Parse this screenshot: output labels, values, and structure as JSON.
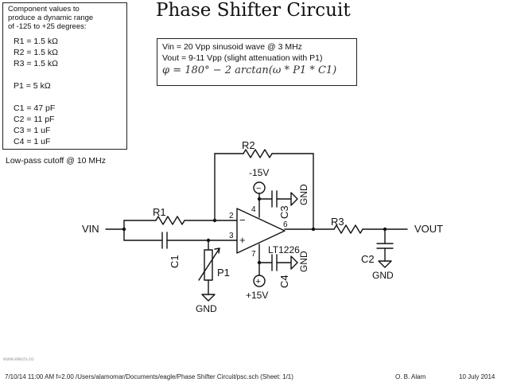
{
  "title": "Phase Shifter Circuit",
  "components_box": {
    "heading": [
      "Component values to",
      "produce a dynamic range",
      "of -125 to +25 degrees:"
    ],
    "values": [
      "R1 = 1.5 kΩ",
      "R2 = 1.5 kΩ",
      "R3 = 1.5 kΩ",
      "P1 = 5 kΩ",
      "C1 = 47 pF",
      "C2 = 11 pF",
      "C3 = 1 uF",
      "C4 = 1 uF"
    ]
  },
  "lowpass_note": "Low-pass cutoff @ 10 MHz",
  "spec_box": {
    "line1": "Vin = 20 Vpp sinusoid wave @ 3 MHz",
    "line2": "Vout = 9-11 Vpp (slight attenuation with P1)",
    "formula": "φ = 180° − 2 arctan(ω * P1 * C1)"
  },
  "schematic": {
    "vin": "VIN",
    "vout": "VOUT",
    "r1": "R1",
    "r2": "R2",
    "r3": "R3",
    "c1": "C1",
    "c2": "C2",
    "c3": "C3",
    "c4": "C4",
    "p1": "P1",
    "opamp": "LT1226",
    "neg_supply": "-15V",
    "pos_supply": "+15V",
    "gnd": "GND",
    "pin2": "2",
    "pin3": "3",
    "pin4": "4",
    "pin6": "6",
    "pin7": "7",
    "minus_sign": "−",
    "plus_sign": "+",
    "supply_minus_symbol": "−",
    "supply_plus_symbol": "+"
  },
  "footer": {
    "info": "7/10/14 11:00 AM  f=2.00  /Users/alamomar/Documents/eagle/Phase Shifter Circuit/psc.sch (Sheet: 1/1)",
    "author": "O. B. Alam",
    "date": "10 July 2014"
  },
  "watermark": "www.elecrs.co"
}
